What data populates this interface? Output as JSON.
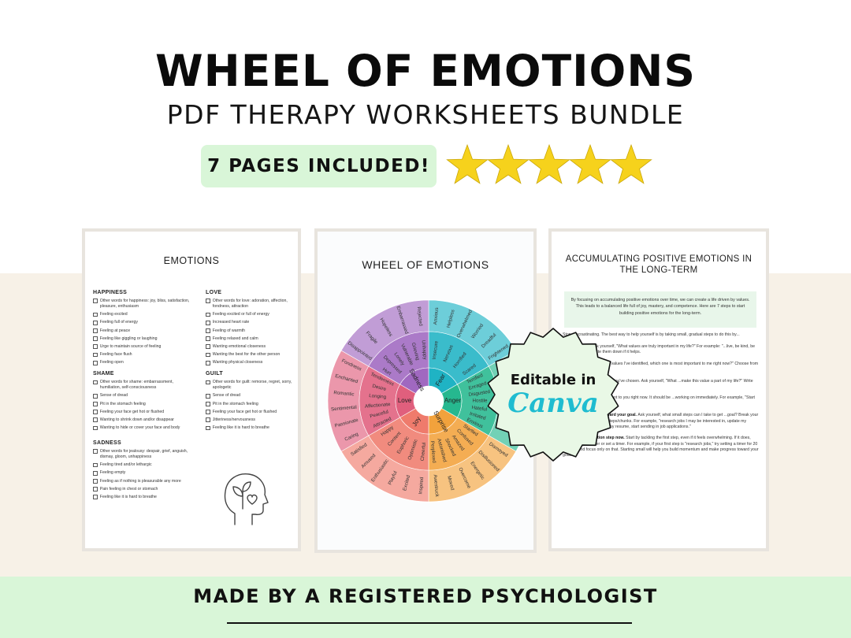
{
  "header": {
    "title": "WHEEL OF EMOTIONS",
    "subtitle": "PDF THERAPY WORKSHEETS BUNDLE",
    "pages_badge": "7 PAGES INCLUDED!",
    "rating": {
      "stars": 5,
      "max": 5,
      "color": "#f6d21c"
    }
  },
  "colors": {
    "beige_band": "#f7f1e7",
    "green_band": "#d9f6d8",
    "canva_text": "#1fbcd0"
  },
  "page_emotions": {
    "title": "EMOTIONS",
    "left_sections": [
      {
        "heading": "HAPPINESS",
        "items": [
          "Other words for happiness: joy, bliss, satisfaction, pleasure, enthusiasm",
          "Feeling excited",
          "Feeling full of energy",
          "Feeling at peace",
          "Feeling like giggling or laughing",
          "Urge to maintain source of feeling",
          "Feeling face flush",
          "Feeling open"
        ]
      },
      {
        "heading": "SHAME",
        "items": [
          "Other words for shame: embarrassment, humiliation, self-consciousness",
          "Sense of dread",
          "Pit in the stomach feeling",
          "Feeling your face get hot or flushed",
          "Wanting to shrink down and/or disappear",
          "Wanting to hide or cover your face and body"
        ]
      },
      {
        "heading": "SADNESS",
        "items": [
          "Other words for jealousy: despair, grief, anguish, dismay, gloom, unhappiness",
          "Feeling tired and/or lethargic",
          "Feeling empty",
          "Feeling as if nothing is pleasurable any more",
          "Pain feeling in chest or stomach",
          "Feeling like it is hard to breathe"
        ]
      }
    ],
    "right_sections": [
      {
        "heading": "LOVE",
        "items": [
          "Other words for love: adoration, affection, fondness, attraction",
          "Feeling excited or full of energy",
          "Increased heart rate",
          "Feeling of warmth",
          "Feeling relaxed and calm",
          "Wanting emotional closeness",
          "Wanting the best for the other person",
          "Wanting physical closeness"
        ]
      },
      {
        "heading": "GUILT",
        "items": [
          "Other words for guilt: remorse, regret, sorry, apologetic",
          "Sense of dread",
          "Pit in the stomach feeling",
          "Feeling your face get hot or flushed",
          "Jitteriness/nervousness",
          "Feeling like it is hard to breathe"
        ]
      }
    ],
    "icon": "head-with-heart-plant-icon"
  },
  "page_wheel": {
    "title": "WHEEL OF EMOTIONS",
    "core": [
      {
        "label": "Fear",
        "color": "#1fb3c4"
      },
      {
        "label": "Anger",
        "color": "#26b88f"
      },
      {
        "label": "Surprise",
        "color": "#f2a23c"
      },
      {
        "label": "Joy",
        "color": "#ef7b6c"
      },
      {
        "label": "Love",
        "color": "#e05f7d"
      },
      {
        "label": "Sadness",
        "color": "#a068c0"
      }
    ],
    "middle": [
      [
        "Insecure",
        "Nervous",
        "Horrified",
        "Scared"
      ],
      [
        "Terrified",
        "Enraged",
        "Disgusted",
        "Hostile",
        "Hateful",
        "Irritated",
        "Envious"
      ],
      [
        "Startled",
        "Confused",
        "Amazed",
        "Shocked",
        "Astonished",
        "Perplexed"
      ],
      [
        "Cheerful",
        "Optimistic",
        "Euphoric",
        "Content",
        "Happy"
      ],
      [
        "Attracted",
        "Peaceful",
        "Affectionate",
        "Longing",
        "Desire",
        "Tenderness"
      ],
      [
        "Hurt",
        "Depressed",
        "Lonely",
        "Vulnerable",
        "Grieving",
        "Unhappy"
      ]
    ],
    "outer": [
      [
        "Anxious",
        "Helpless",
        "Overwhelmed",
        "Worried",
        "Dreadful",
        "Frightened"
      ],
      [],
      [
        "Dismayed",
        "Disillusioned",
        "Energetic",
        "Overcome",
        "Moved",
        "Awestruck"
      ],
      [
        "Inspired",
        "Excited",
        "Playful",
        "Enthusiastic",
        "Amused",
        "Satisfied"
      ],
      [
        "Caring",
        "Passionate",
        "Sentimental",
        "Romantic",
        "Enchanted",
        "Fondness"
      ],
      [
        "Disappointed",
        "Fragile",
        "Hopeless",
        "Embarrassed",
        "Rejected"
      ]
    ]
  },
  "page_positive": {
    "title": "ACCUMULATING POSITIVE EMOTIONS IN THE LONG-TERM",
    "intro": "By focusing on accumulating positive emotions over time, we can create a life driven by values. This leads to a balanced life full of joy, mastery, and competence. Here are 7 steps to start building positive emotions for the long-term.",
    "steps": [
      {
        "lead": "",
        "text": "Stop procrastinating. The best way to help yourself is by taking small, gradual steps to do this by..."
      },
      {
        "lead": "",
        "text": "...matter to you. Ask yourself, \"What values are truly important in my life?\" For example: \"...live, be kind, be healthy and fit.\" Write them down if it helps."
      },
      {
        "lead": "",
        "text": "...Ask yourself, \"Out of the values I've identified, which one is most important to me right now?\" Choose from the list you made earlier."
      },
      {
        "lead": "",
        "text": "...s that align with the value you've chosen. Ask yourself, \"What ...make this value a part of my life?\" Write down a list of those goals."
      },
      {
        "lead": "",
        "text": "...ds out and is most important to you right now. It should be ...working on immediately. For example, \"Start exercising regularly to ..."
      },
      {
        "lead": "...small action steps toward your goal.",
        "text": "Ask yourself, what small steps can I take to get ...goal? Break your goals down in to smaller steps/chunks. For example, \"research jobs I may be interested in, update my resume, get feedback on my resume, start sending in job applications.\""
      },
      {
        "lead": "Take one small action step now.",
        "text": "Start by tackling the first step, even if it feels overwhelming. If it does, break it down further or set a timer. For example, if your first step is \"research jobs,\" try setting a timer for 20 minutes and focus only on that. Starting small will help you build momentum and make progress toward your goal."
      }
    ]
  },
  "badge": {
    "line1": "Editable in",
    "line2": "Canva"
  },
  "footer": {
    "text": "MADE BY A REGISTERED PSYCHOLOGIST"
  }
}
